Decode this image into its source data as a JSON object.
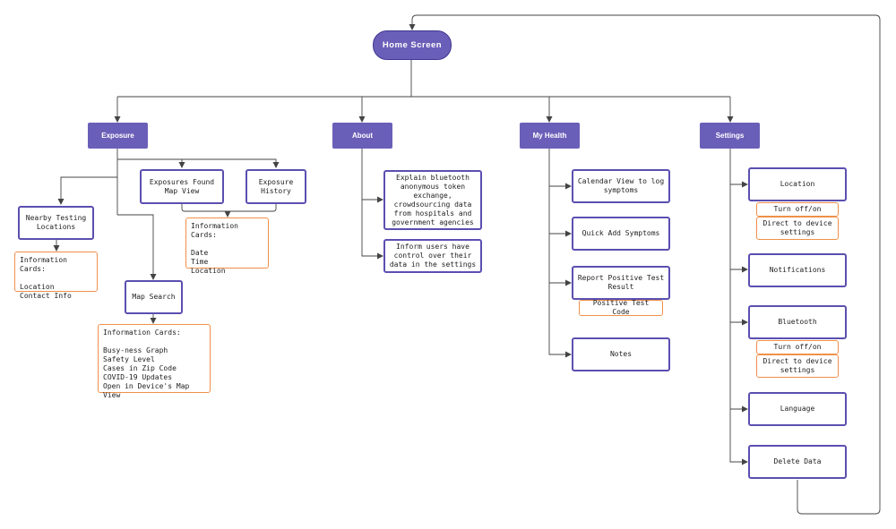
{
  "colors": {
    "accent": "#6a5fb8",
    "box_border": "#5b4fb0",
    "card_border": "#f0904a",
    "line": "#444444"
  },
  "home": "Home Screen",
  "exposure": {
    "label": "Exposure",
    "nearby": "Nearby Testing\nLocations",
    "nearby_cards": "Information Cards:\n\nLocation\nContact Info",
    "found_map": "Exposures Found\nMap View",
    "history": "Exposure\nHistory",
    "history_cards": "Information Cards:\n\nDate\nTime\nLocation",
    "map_search": "Map Search",
    "map_cards": "Information Cards:\n\nBusy-ness Graph\nSafety Level\nCases in Zip Code\nCOVID-19 Updates\nOpen in Device's Map View"
  },
  "about": {
    "label": "About",
    "bluetooth": "Explain bluetooth\nanonymous token\nexchange,\ncrowdsourcing data\nfrom hospitals and\ngovernment agencies",
    "control": "Inform users have\ncontrol over their\ndata in the settings"
  },
  "health": {
    "label": "My Health",
    "calendar": "Calendar View to log\nsymptoms",
    "quick_add": "Quick Add Symptoms",
    "report": "Report Positive Test\nResult",
    "positive_code": "Positive Test Code",
    "notes": "Notes"
  },
  "settings": {
    "label": "Settings",
    "location": "Location",
    "location_toggle": "Turn off/on",
    "location_direct": "Direct to device\nsettings",
    "notifications": "Notifications",
    "bluetooth": "Bluetooth",
    "bluetooth_toggle": "Turn off/on",
    "bluetooth_direct": "Direct to device\nsettings",
    "language": "Language",
    "delete": "Delete Data"
  }
}
